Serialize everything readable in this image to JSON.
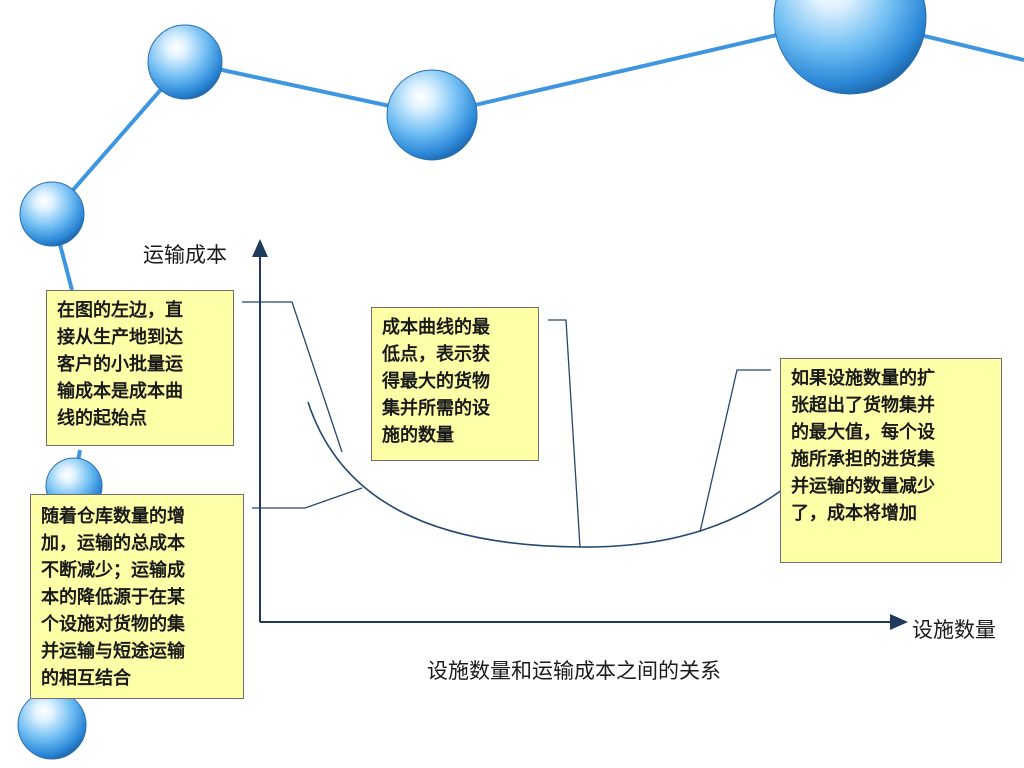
{
  "axes": {
    "y_label": "运输成本",
    "x_label": "设施数量",
    "caption": "设施数量和运输成本之间的关系"
  },
  "notes": {
    "left_top": "在图的左边，直\n接从生产地到达\n客户的小批量运\n输成本是成本曲\n线的起始点",
    "left_bottom": "随着仓库数量的增\n加，运输的总成本\n不断减少；运输成\n本的降低源于在某\n个设施对货物的集\n并运输与短途运输\n的相互结合",
    "middle": "成本曲线的最\n低点，表示获\n得最大的货物\n集并所需的设\n施的数量",
    "right": "如果设施数量的扩\n张超出了货物集并\n的最大值，每个设\n施所承担的进货集\n并运输的数量减少\n了，成本将增加"
  },
  "colors": {
    "note_fill": "#ffffa8",
    "axis": "#1f3a5a",
    "curve": "#24476f",
    "decor_line": "#3f96e0",
    "sphere": "#4aa7ec"
  }
}
